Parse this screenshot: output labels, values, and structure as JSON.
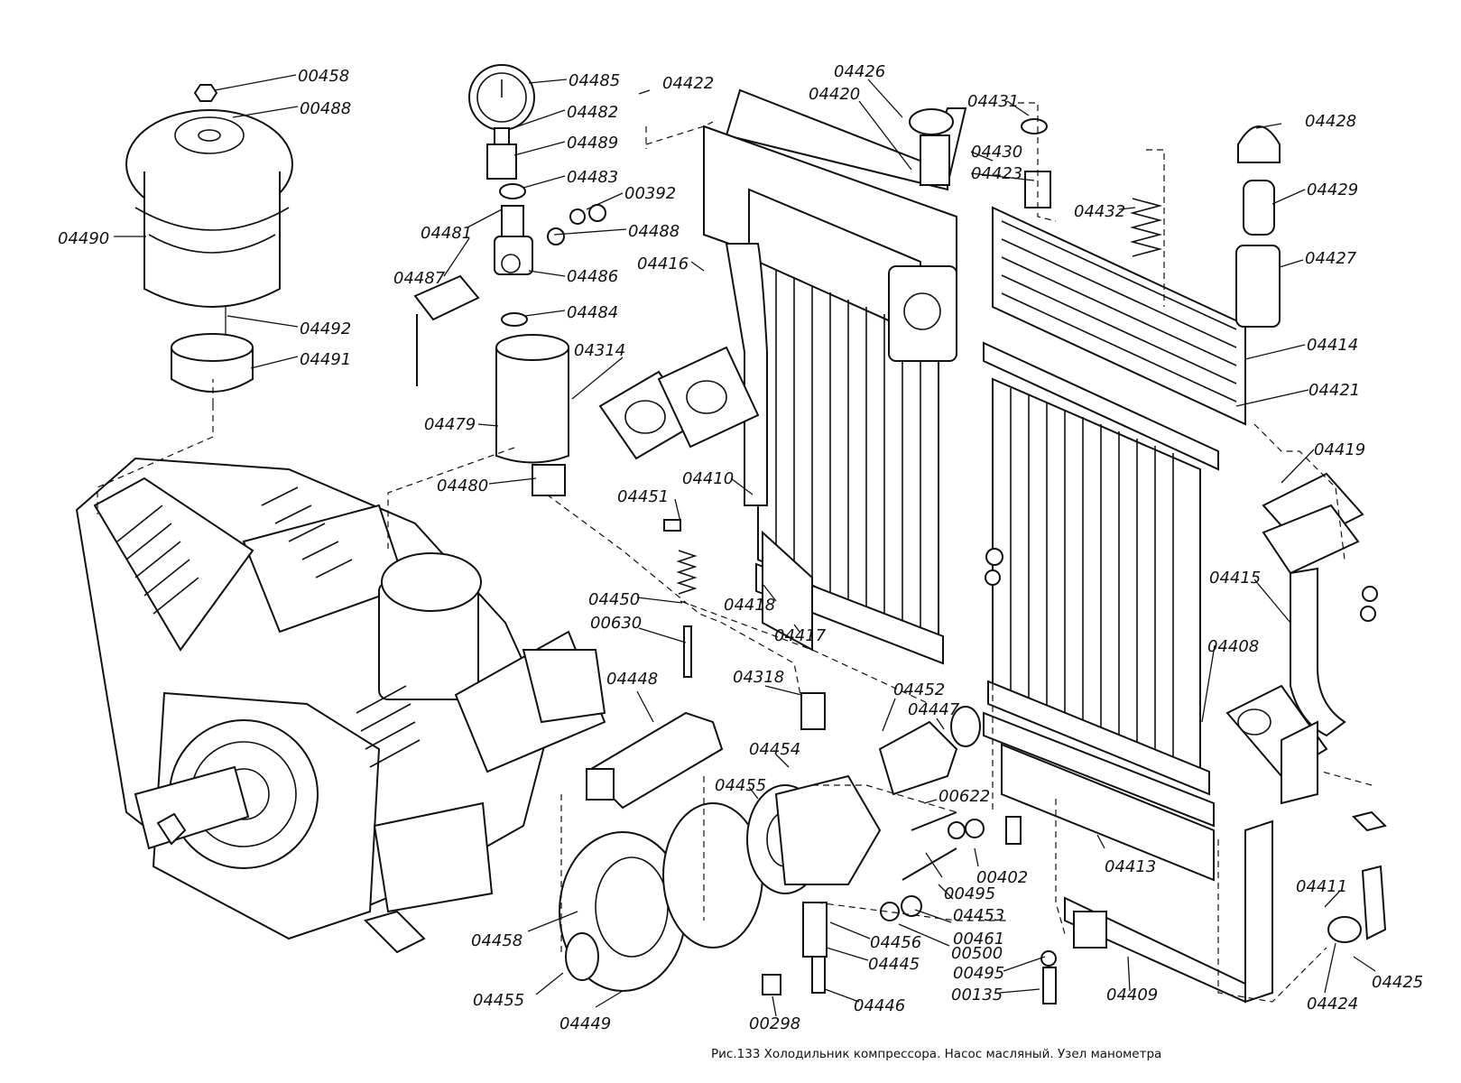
{
  "caption": "Рис.133 Холодильник компрессора. Насос масляный. Узел манометра",
  "labels": {
    "p00458": "00458",
    "p00488": "00488",
    "p04490": "04490",
    "p04492": "04492",
    "p04491": "04491",
    "p04485": "04485",
    "p04482": "04482",
    "p04489": "04489",
    "p04483": "04483",
    "p00392": "00392",
    "p04481": "04481",
    "p04488": "04488",
    "p04487": "04487",
    "p04486": "04486",
    "p04484": "04484",
    "p04314": "04314",
    "p04479": "04479",
    "p04480": "04480",
    "p04422": "04422",
    "p04416": "04416",
    "p04426": "04426",
    "p04420": "04420",
    "p04431": "04431",
    "p04430": "04430",
    "p04423": "04423",
    "p04432": "04432",
    "p04428": "04428",
    "p04429": "04429",
    "p04427": "04427",
    "p04414": "04414",
    "p04421": "04421",
    "p04419": "04419",
    "p04410": "04410",
    "p04451": "04451",
    "p04418": "04418",
    "p04417": "04417",
    "p04450": "04450",
    "p00630": "00630",
    "p04415": "04415",
    "p04408": "04408",
    "p04448": "04448",
    "p04318": "04318",
    "p04452": "04452",
    "p04447": "04447",
    "p04454": "04454",
    "p04455a": "04455",
    "p00622": "00622",
    "p00402": "00402",
    "p00495a": "00495",
    "p04453": "04453",
    "p04413": "04413",
    "p00461": "00461",
    "p04458": "04458",
    "p04456": "04456",
    "p04445": "04445",
    "p00500": "00500",
    "p00495b": "00495",
    "p00135": "00135",
    "p04409": "04409",
    "p04411": "04411",
    "p04425": "04425",
    "p04424": "04424",
    "p04455b": "04455",
    "p04449": "04449",
    "p00298": "00298",
    "p04446": "04446"
  }
}
